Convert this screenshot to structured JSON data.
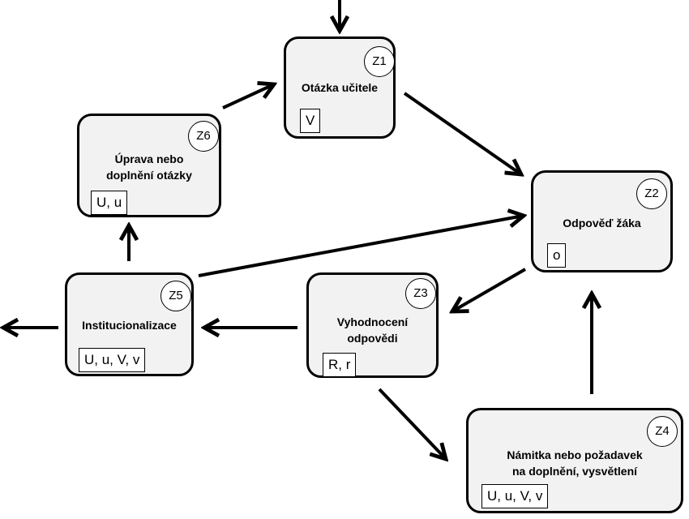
{
  "nodes": {
    "z1": {
      "id": "Z1",
      "title": "Otázka učitele",
      "code": "V"
    },
    "z2": {
      "id": "Z2",
      "title": "Odpověď žáka",
      "code": "o"
    },
    "z3": {
      "id": "Z3",
      "title": "Vyhodnocení\nodpovědi",
      "code": "R, r"
    },
    "z4": {
      "id": "Z4",
      "title": "Námitka nebo požadavek\nna doplnění, vysvětlení",
      "code": "U, u, V, v"
    },
    "z5": {
      "id": "Z5",
      "title": "Institucionalizace",
      "code": "U, u, V, v"
    },
    "z6": {
      "id": "Z6",
      "title": "Úprava nebo\ndoplnění otázky",
      "code": "U, u"
    }
  },
  "edges": [
    {
      "from": "start",
      "to": "Z1"
    },
    {
      "from": "Z1",
      "to": "Z2"
    },
    {
      "from": "Z2",
      "to": "Z3"
    },
    {
      "from": "Z3",
      "to": "Z5"
    },
    {
      "from": "Z3",
      "to": "Z4"
    },
    {
      "from": "Z4",
      "to": "Z2"
    },
    {
      "from": "Z5",
      "to": "Z6"
    },
    {
      "from": "Z6",
      "to": "Z1"
    },
    {
      "from": "Z5",
      "to": "Z2"
    },
    {
      "from": "Z5",
      "to": "end"
    }
  ]
}
